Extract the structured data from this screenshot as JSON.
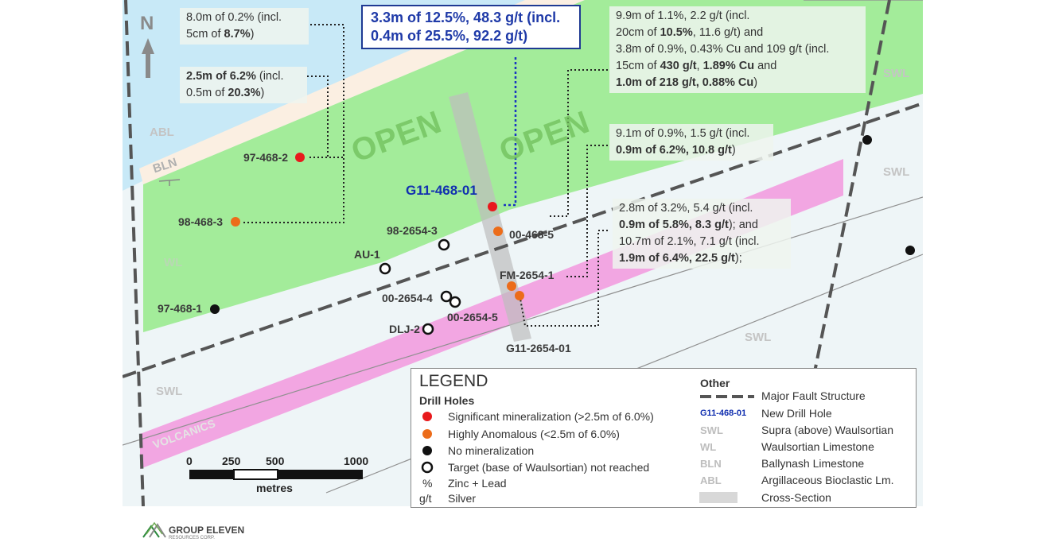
{
  "north_label": "N",
  "units": {
    "abl": "ABL",
    "bln": "BLN",
    "wl": "WL",
    "swl_left": "SWL",
    "swl_mid": "SWL",
    "swl_right_top": "SWL",
    "swl_right_mid": "SWL",
    "volcanics": "VOLCANICS",
    "open1": "OPEN",
    "open2": "OPEN"
  },
  "holes": [
    {
      "id": "97-468-2",
      "status": "significant"
    },
    {
      "id": "98-468-3",
      "status": "anomalous"
    },
    {
      "id": "97-468-1",
      "status": "none"
    },
    {
      "id": "G11-468-01",
      "status": "significant"
    },
    {
      "id": "98-2654-3",
      "status": "target"
    },
    {
      "id": "AU-1",
      "status": "target"
    },
    {
      "id": "00-468-5",
      "status": "anomalous"
    },
    {
      "id": "FM-2654-1",
      "status": "anomalous"
    },
    {
      "id": "00-2654-4",
      "status": "target"
    },
    {
      "id": "00-2654-5",
      "status": "target"
    },
    {
      "id": "DLJ-2",
      "status": "target"
    },
    {
      "id": "G11-2654-01",
      "status": "anomalous"
    }
  ],
  "annotations": {
    "a1": {
      "l1": "8.0m of 0.2% (incl.",
      "l2a": "5cm of ",
      "l2b": "8.7%",
      "l2c": ")"
    },
    "a2": {
      "l1a": "2.5m of 6.2%",
      "l1b": " (incl.",
      "l2a": "0.5m of ",
      "l2b": "20.3%",
      "l2c": ")"
    },
    "a3": {
      "l1": "3.3m of 12.5%, 48.3 g/t (incl.",
      "l2": "0.4m of 25.5%, 92.2 g/t)"
    },
    "a4": {
      "l1": "9.9m of 1.1%, 2.2 g/t (incl.",
      "l2a": "20cm of ",
      "l2b": "10.5%",
      "l2c": ", 11.6 g/t) and",
      "l3": "3.8m of 0.9%, 0.43% Cu and 109 g/t (incl.",
      "l4a": "15cm of ",
      "l4b": "430 g/t",
      "l4c": ", ",
      "l4d": "1.89% Cu",
      "l4e": " and",
      "l5a": "1.0m of 218 g/t, 0.88% Cu",
      "l5b": ")"
    },
    "a5": {
      "l1": "9.1m of 0.9%, 1.5 g/t (incl.",
      "l2a": "0.9m of 6.2%, 10.8 g/t",
      "l2b": ")"
    },
    "a6": {
      "l1": "2.8m of 3.2%, 5.4 g/t (incl.",
      "l2a": "0.9m of 5.8%, 8.3 g/t",
      "l2b": "); and",
      "l3": "10.7m of 2.1%, 7.1 g/t (incl.",
      "l4a": "1.9m of 6.4%, 22.5 g/t",
      "l4b": ");"
    }
  },
  "legend": {
    "title": "LEGEND",
    "drill_holes_heading": "Drill Holes",
    "items": [
      "Significant mineralization (>2.5m of 6.0%)",
      "Highly Anomalous (<2.5m of 6.0%)",
      "No mineralization",
      "Target (base of Waulsortian) not reached"
    ],
    "pct_symbol": "%",
    "pct_label": "Zinc + Lead",
    "gt_symbol": "g/t",
    "gt_label": "Silver",
    "other_heading": "Other",
    "other_items": [
      {
        "code": "",
        "label": "Major Fault Structure"
      },
      {
        "code": "G11-468-01",
        "label": "New Drill Hole"
      },
      {
        "code": "SWL",
        "label": "Supra (above) Waulsortian"
      },
      {
        "code": "WL",
        "label": "Waulsortian Limestone"
      },
      {
        "code": "BLN",
        "label": "Ballynash Limestone"
      },
      {
        "code": "ABL",
        "label": "Argillaceous Bioclastic Lm."
      },
      {
        "code": "",
        "label": "Cross-Section"
      }
    ]
  },
  "scale": {
    "ticks": [
      "0",
      "250",
      "500",
      "1000"
    ],
    "unit": "metres"
  },
  "logo": {
    "name": "GROUP ELEVEN",
    "sub": "RESOURCES CORP."
  },
  "colors": {
    "abl": "#c8e9f7",
    "bln": "#fbefe2",
    "wl": "#a3ec9a",
    "swl": "#eef5f7",
    "volcanics": "#f2a6e2",
    "significant": "#e8191c",
    "anomalous": "#ec6c1a",
    "none": "#111111",
    "new_hole_text": "#1230b0"
  }
}
